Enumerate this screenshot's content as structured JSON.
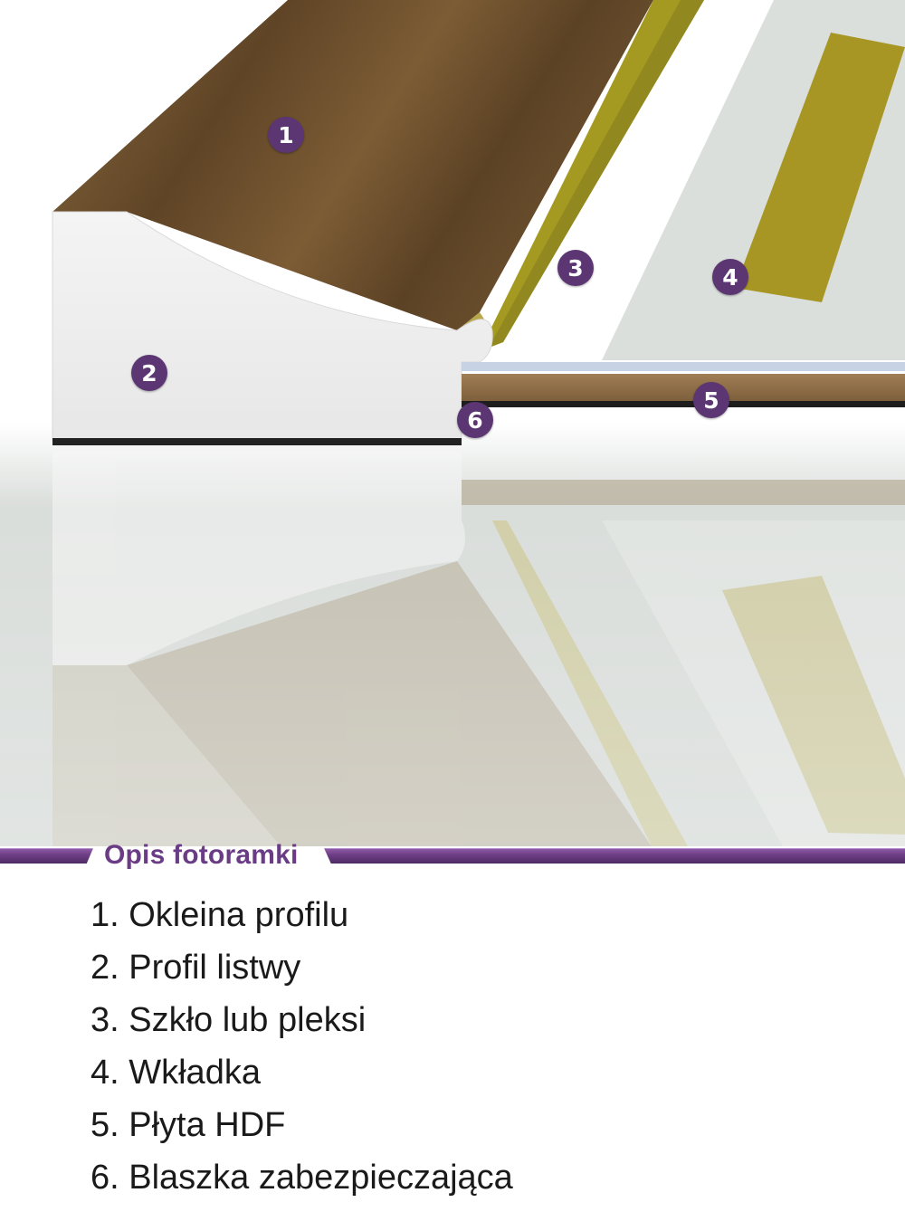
{
  "section": {
    "title": "Opis fotoramki"
  },
  "markers": [
    "1",
    "2",
    "3",
    "4",
    "5",
    "6"
  ],
  "legend": [
    "1. Okleina profilu",
    "2. Profil listwy",
    "3. Szkło lub pleksi",
    "4. Wkładka",
    "5. Płyta HDF",
    "6. Blaszka zabezpieczająca"
  ],
  "colors": {
    "accent": "#5b3672",
    "veneer": "#6a4a2a",
    "glass_edge": "#a89a22",
    "insert": "#a8962a",
    "hdf": "#8a6b45",
    "mat": "#d9dedb"
  }
}
